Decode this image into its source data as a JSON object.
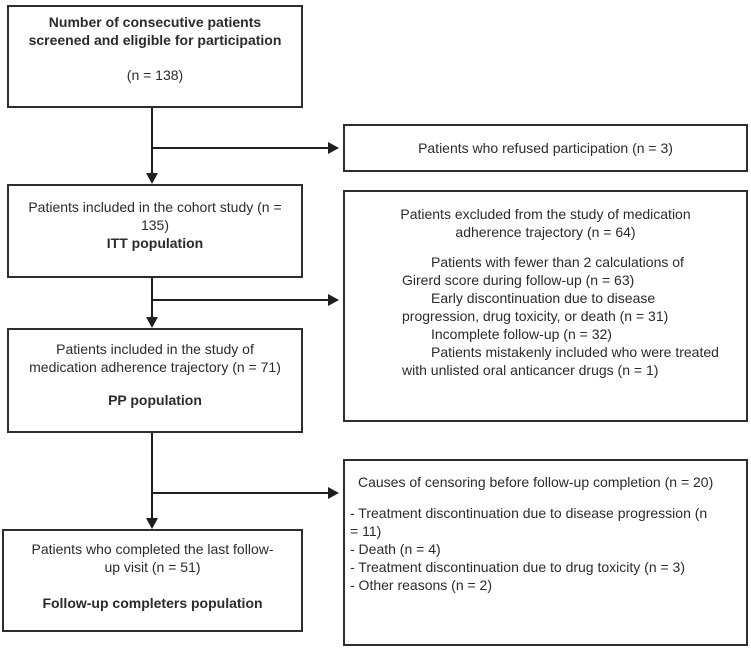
{
  "colors": {
    "background": "#ffffff",
    "box_border": "#2d2d2d",
    "text": "#2b2b2b",
    "connector": "#1f1f1f"
  },
  "boxes": {
    "screened": {
      "line1": "Number of consecutive patients",
      "line2": "screened and eligible for participation",
      "n": "(n = 138)"
    },
    "refused": {
      "text": "Patients who refused participation (n = 3)"
    },
    "cohort": {
      "line1": "Patients included in the cohort study (n =",
      "line2": "135)",
      "population": "ITT population"
    },
    "excluded": {
      "heading1": "Patients excluded from the study of medication",
      "heading2": "adherence trajectory (n = 64)",
      "items": [
        {
          "lines": [
            "Patients with fewer than 2 calculations of",
            "Girerd score during follow-up (n = 63)"
          ]
        },
        {
          "lines": [
            "Early discontinuation due to disease",
            "progression, drug toxicity, or death (n = 31)"
          ]
        },
        {
          "lines": [
            "Incomplete follow-up (n = 32)"
          ]
        },
        {
          "lines": [
            "Patients mistakenly included who were treated",
            "with unlisted oral anticancer drugs (n = 1)"
          ]
        }
      ]
    },
    "adherence": {
      "line1": "Patients included in the study of",
      "line2": "medication adherence trajectory (n = 71)",
      "population": "PP population"
    },
    "censoring": {
      "heading": "Causes of censoring before follow-up completion (n = 20)",
      "items": [
        {
          "lines": [
            "- Treatment discontinuation due to disease progression (n",
            "= 11)"
          ]
        },
        {
          "lines": [
            "- Death (n = 4)"
          ]
        },
        {
          "lines": [
            "- Treatment discontinuation due to drug toxicity (n = 3)"
          ]
        },
        {
          "lines": [
            "- Other reasons (n = 2)"
          ]
        }
      ]
    },
    "completers": {
      "line1": "Patients who completed the last follow-",
      "line2": "up visit (n = 51)",
      "population": "Follow-up completers population"
    }
  }
}
